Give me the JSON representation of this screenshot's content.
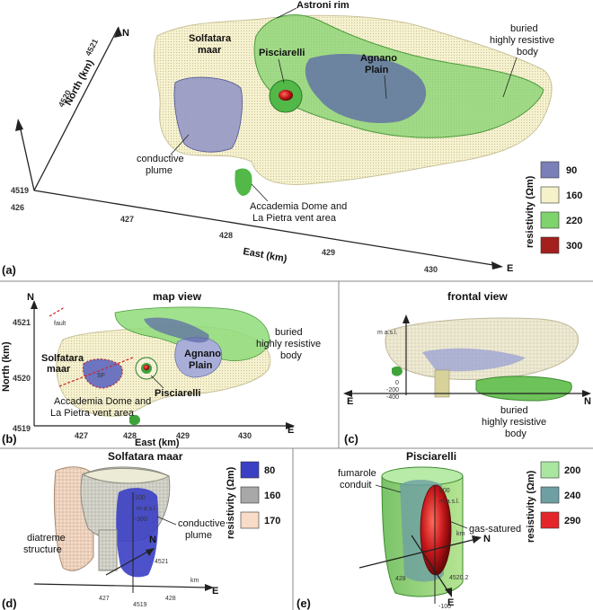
{
  "panel_a": {
    "letter": "(a)",
    "north": "N",
    "east": "E",
    "y_axis_label": "North (km)",
    "x_axis_label": "East (km)",
    "y_ticks": [
      "4521",
      "4520",
      "4519"
    ],
    "x_ticks": [
      "427",
      "428",
      "429",
      "430"
    ],
    "origin_tick": "426",
    "labels": {
      "astroni": "Astroni rim",
      "solfatara": [
        "Solfatara",
        "maar"
      ],
      "pisciarelli": "Pisciarelli",
      "agnano": [
        "Agnano",
        "Plain"
      ],
      "buried": [
        "buried",
        "highly resistive",
        "body"
      ],
      "plume": [
        "conductive",
        "plume"
      ],
      "accademia": [
        "Accademia Dome and",
        "La Pietra vent area"
      ]
    },
    "legend": {
      "title": "resistivity (Ωm)",
      "items": [
        {
          "value": "90",
          "color": "#7b7fb8"
        },
        {
          "value": "160",
          "color": "#f5f1c8"
        },
        {
          "value": "220",
          "color": "#7fd36c"
        },
        {
          "value": "300",
          "color": "#a3201c"
        }
      ]
    }
  },
  "panel_b": {
    "letter": "(b)",
    "title": "map view",
    "north": "N",
    "east": "E",
    "y_axis_label": "North (km)",
    "x_axis_label": "East (km)",
    "y_ticks": [
      "4521",
      "4520",
      "4519"
    ],
    "x_ticks": [
      "427",
      "428",
      "429",
      "430"
    ],
    "fault": "fault",
    "labels": {
      "solfatara": [
        "Solfatara",
        "maar"
      ],
      "pisciarelli": "Pisciarelli",
      "agnano": [
        "Agnano",
        "Plain"
      ],
      "buried": [
        "buried",
        "highly resistive",
        "body"
      ],
      "accademia": [
        "Accademia Dome and",
        "La Pietra vent area"
      ],
      "sf": "SF"
    }
  },
  "panel_c": {
    "letter": "(c)",
    "title": "frontal view",
    "masl": "m a.s.l.",
    "e": "E",
    "n": "N",
    "depth_ticks": [
      "0",
      "-200",
      "-400"
    ],
    "buried": [
      "buried",
      "highly resistive",
      "body"
    ]
  },
  "panel_d": {
    "letter": "(d)",
    "title": "Solfatara maar",
    "diatreme": [
      "diatreme",
      "structure"
    ],
    "plume": [
      "conductive",
      "plume"
    ],
    "n": "N",
    "e": "E",
    "km": "km",
    "depth_ticks": [
      "100",
      "m a.s.l.",
      "-300"
    ],
    "n_tick": "4521",
    "e_ticks": [
      "427",
      "428"
    ],
    "bottom_tick": "4519",
    "legend": {
      "title": "resistivity (Ωm)",
      "items": [
        {
          "value": "80",
          "color": "#3a3fc4"
        },
        {
          "value": "160",
          "color": "#a8a8a8"
        },
        {
          "value": "170",
          "color": "#f8dcc8"
        }
      ]
    }
  },
  "panel_e": {
    "letter": "(e)",
    "title": "Pisciarelli",
    "fumarole": [
      "fumarole",
      "conduit"
    ],
    "gas": "gas-satured",
    "n": "N",
    "e": "E",
    "km": "km",
    "depth_ticks": [
      "200",
      "m a.s.l."
    ],
    "e_tick": "428",
    "n_tick": "4520.2",
    "bottom_tick": "-100",
    "legend": {
      "title": "resistivity (Ωm)",
      "items": [
        {
          "value": "200",
          "color": "#a9e6a0"
        },
        {
          "value": "240",
          "color": "#6d9fa3"
        },
        {
          "value": "290",
          "color": "#e4262a"
        }
      ]
    }
  }
}
